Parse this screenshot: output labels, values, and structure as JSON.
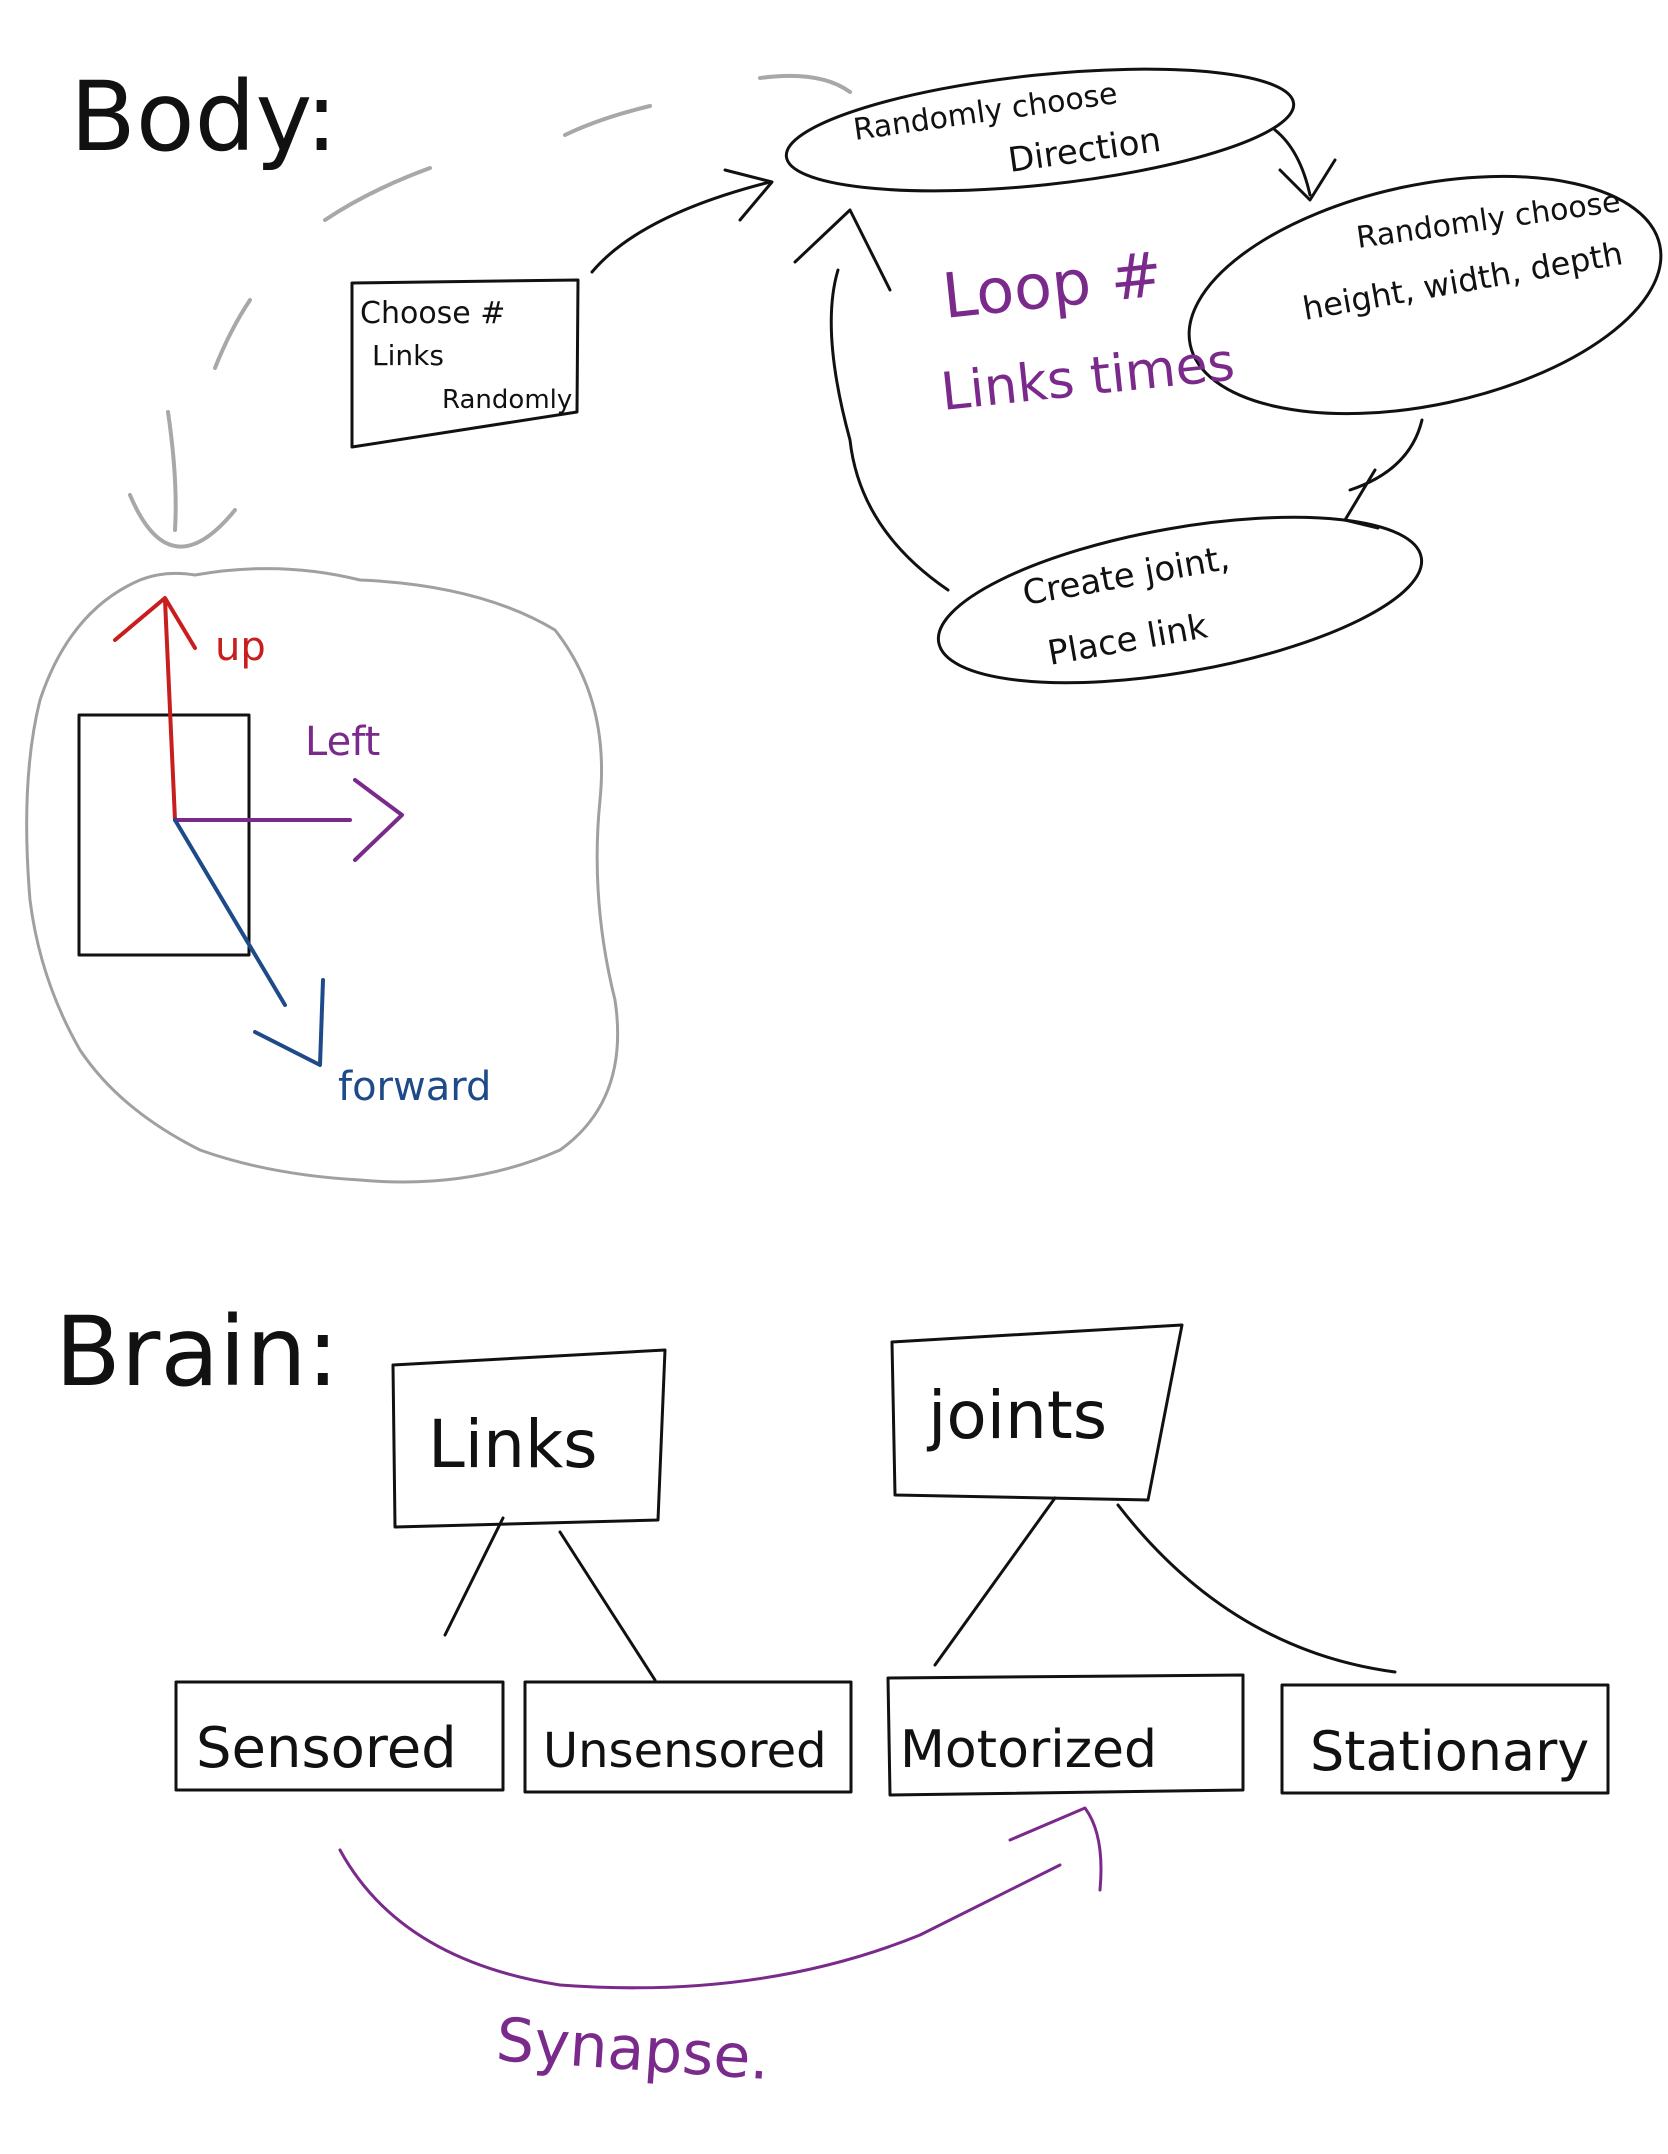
{
  "colors": {
    "ink": "#111111",
    "faint": "#a0a0a0",
    "purple": "#7a2a8a",
    "red": "#c81e1e",
    "blue": "#1e4a8a"
  },
  "body_section": {
    "heading": "Body:",
    "choose_box": {
      "line1": "Choose #",
      "line2": "Links",
      "line3": "Randomly"
    },
    "cycle": {
      "direction": {
        "line1": "Randomly choose",
        "line2": "Direction"
      },
      "dimensions": {
        "line1": "Randomly choose",
        "line2": "height, width, depth"
      },
      "joint": {
        "line1": "Create joint,",
        "line2": "Place link"
      },
      "loop": {
        "line1": "Loop #",
        "line2": "Links times"
      }
    },
    "axes": {
      "up": "up",
      "left": "Left",
      "forward": "forward"
    }
  },
  "brain_section": {
    "heading": "Brain:",
    "links": "Links",
    "joints": "joints",
    "sensored": "Sensored",
    "unsensored": "Unsensored",
    "motorized": "Motorized",
    "stationary": "Stationary",
    "synapse": "Synapse."
  }
}
